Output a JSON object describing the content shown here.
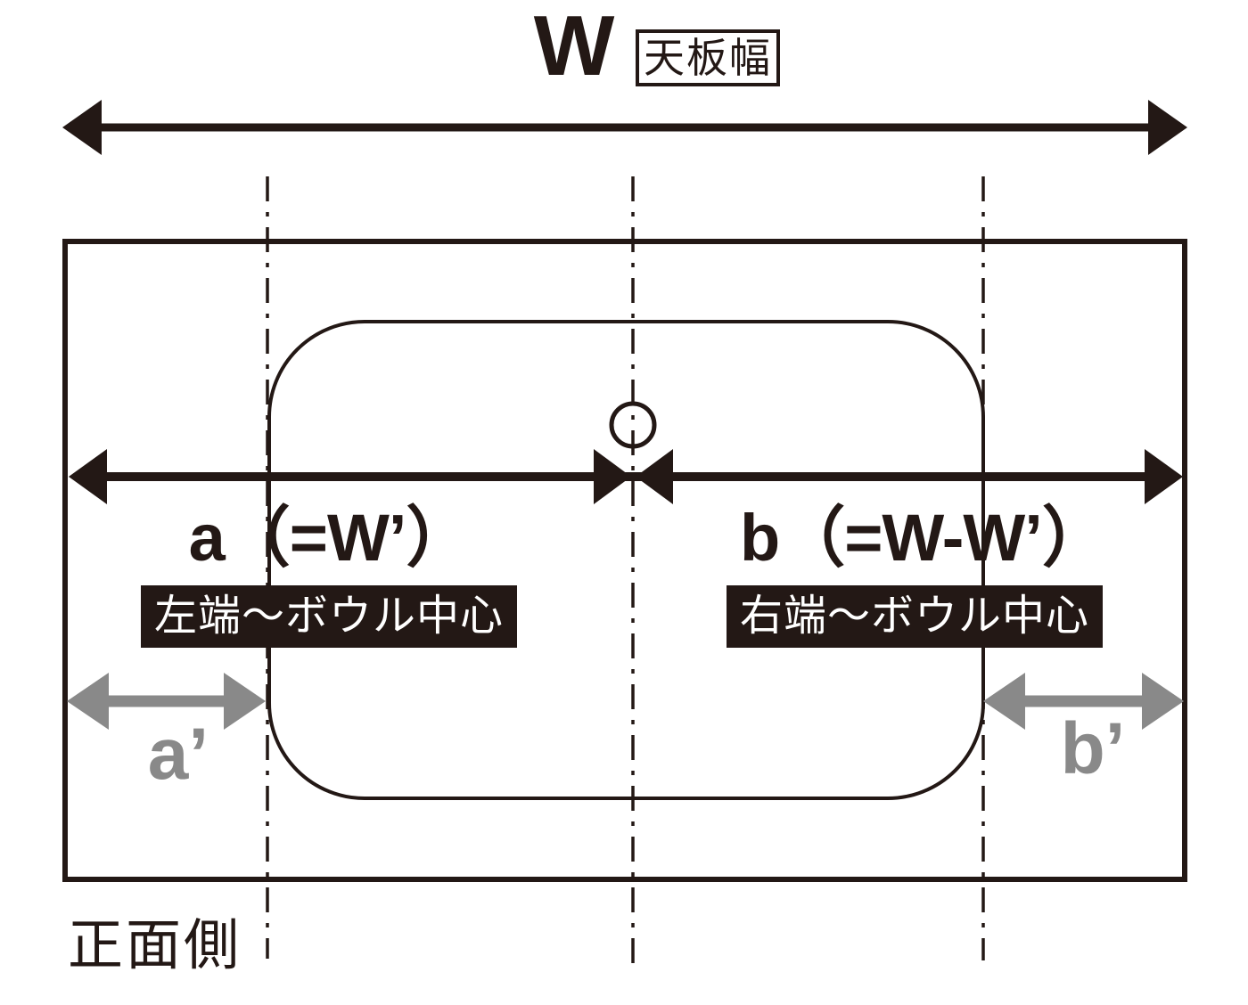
{
  "colors": {
    "ink": "#231815",
    "gray": "#898989",
    "paper": "#ffffff",
    "box_text": "#ffffff"
  },
  "labels": {
    "w": "W",
    "w_caption": "天板幅",
    "a": "a（=W’）",
    "a_caption": "左端〜ボウル中心",
    "b": "b（=W-W’）",
    "b_caption": "右端〜ボウル中心",
    "a_prime": "a’",
    "b_prime": "b’",
    "front_side": "正面側"
  }
}
